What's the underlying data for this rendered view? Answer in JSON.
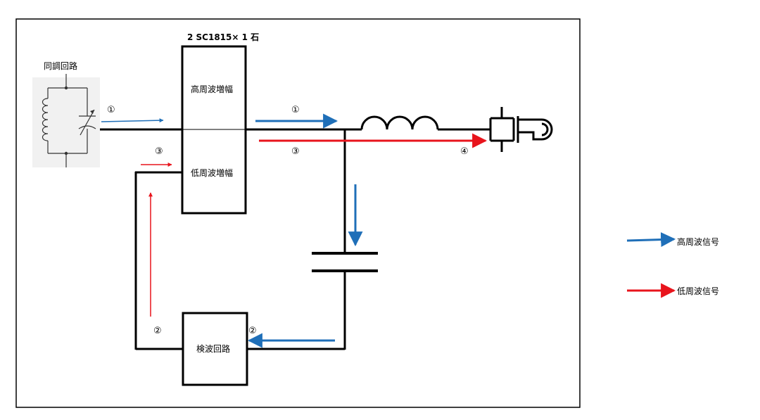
{
  "title_component": "2 SC1815× 1 石",
  "tuning_circuit_label": "同調回路",
  "rf_amp_label": "高周波増幅",
  "af_amp_label": "低周波増幅",
  "detector_label": "検波回路",
  "step_markers": {
    "input_rf": "①",
    "output_rf": "①",
    "feedback_af_in": "③",
    "output_af": "③",
    "earphone": "④",
    "detector_out": "②",
    "detector_in": "②"
  },
  "legend": {
    "items": [
      {
        "label": "高周波信号",
        "color": "#1f6fb8"
      },
      {
        "label": "低周波信号",
        "color": "#e8141c"
      }
    ]
  },
  "colors": {
    "rf": "#1f6fb8",
    "af": "#e8141c",
    "wire": "#000000"
  }
}
